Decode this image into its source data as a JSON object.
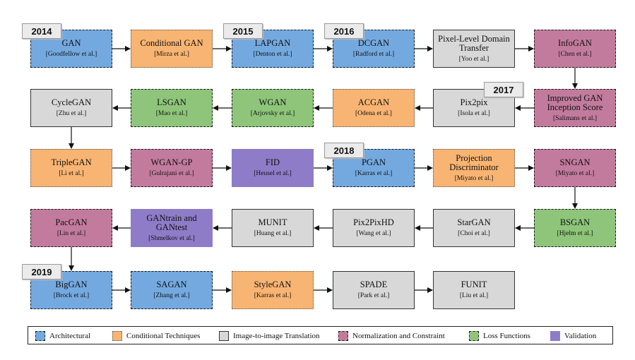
{
  "years": [
    {
      "id": "y2014",
      "label": "2014"
    },
    {
      "id": "y2015",
      "label": "2015"
    },
    {
      "id": "y2016",
      "label": "2016"
    },
    {
      "id": "y2017",
      "label": "2017"
    },
    {
      "id": "y2018",
      "label": "2018"
    },
    {
      "id": "y2019",
      "label": "2019"
    }
  ],
  "nodes": [
    {
      "id": "gan",
      "title": "GAN",
      "cite": "[Goodfellow et al.]",
      "category": "architectural"
    },
    {
      "id": "conditional-gan",
      "title": "Conditional GAN",
      "cite": "[Mirza et al.]",
      "category": "conditional"
    },
    {
      "id": "lapgan",
      "title": "LAPGAN",
      "cite": "[Denton et al.]",
      "category": "architectural"
    },
    {
      "id": "dcgan",
      "title": "DCGAN",
      "cite": "[Radford et al.]",
      "category": "architectural"
    },
    {
      "id": "pixel-level-domain-transfer",
      "title": "Pixel-Level Domain Transfer",
      "cite": "[Yoo et al.]",
      "category": "i2i"
    },
    {
      "id": "infogan",
      "title": "InfoGAN",
      "cite": "[Chen et al.]",
      "category": "normalization"
    },
    {
      "id": "improved-gan",
      "title": "Improved GAN Inception Score",
      "cite": "[Salimans et al.]",
      "category": "normalization"
    },
    {
      "id": "pix2pix",
      "title": "Pix2pix",
      "cite": "[Isola et al.]",
      "category": "i2i"
    },
    {
      "id": "acgan",
      "title": "ACGAN",
      "cite": "[Odena et al.]",
      "category": "conditional"
    },
    {
      "id": "wgan",
      "title": "WGAN",
      "cite": "[Arjovsky et al.]",
      "category": "loss"
    },
    {
      "id": "lsgan",
      "title": "LSGAN",
      "cite": "[Mao et al.]",
      "category": "loss"
    },
    {
      "id": "cyclegan",
      "title": "CycleGAN",
      "cite": "[Zhu et al.]",
      "category": "i2i"
    },
    {
      "id": "triplegan",
      "title": "TripleGAN",
      "cite": "[Li et al.]",
      "category": "conditional"
    },
    {
      "id": "wgan-gp",
      "title": "WGAN-GP",
      "cite": "[Gulrajani et al.]",
      "category": "normalization"
    },
    {
      "id": "fid",
      "title": "FID",
      "cite": "[Heusel et al.]",
      "category": "validation"
    },
    {
      "id": "pgan",
      "title": "PGAN",
      "cite": "[Karras et al.]",
      "category": "architectural"
    },
    {
      "id": "projection-discriminator",
      "title": "Projection Discriminator",
      "cite": "[Miyato et al.]",
      "category": "conditional"
    },
    {
      "id": "sngan",
      "title": "SNGAN",
      "cite": "[Miyato et al.]",
      "category": "normalization"
    },
    {
      "id": "bsgan",
      "title": "BSGAN",
      "cite": "[Hjelm et al.]",
      "category": "loss"
    },
    {
      "id": "stargan",
      "title": "StarGAN",
      "cite": "[Choi et al.]",
      "category": "i2i"
    },
    {
      "id": "pix2pixhd",
      "title": "Pix2PixHD",
      "cite": "[Wang et al.]",
      "category": "i2i"
    },
    {
      "id": "munit",
      "title": "MUNIT",
      "cite": "[Huang et al.]",
      "category": "i2i"
    },
    {
      "id": "gantrain-gantest",
      "title": "GANtrain and GANtest",
      "cite": "[Shmelkov et al.]",
      "category": "validation"
    },
    {
      "id": "pacgan",
      "title": "PacGAN",
      "cite": "[Lin et al.]",
      "category": "normalization"
    },
    {
      "id": "biggan",
      "title": "BigGAN",
      "cite": "[Brock et al.]",
      "category": "architectural"
    },
    {
      "id": "sagan",
      "title": "SAGAN",
      "cite": "[Zhang et al.]",
      "category": "architectural"
    },
    {
      "id": "stylegan",
      "title": "StyleGAN",
      "cite": "[Karras et al.]",
      "category": "conditional"
    },
    {
      "id": "spade",
      "title": "SPADE",
      "cite": "[Park et al.]",
      "category": "i2i"
    },
    {
      "id": "funit",
      "title": "FUNIT",
      "cite": "[Liu et al.]",
      "category": "i2i"
    }
  ],
  "legend": [
    {
      "category": "architectural",
      "label": "Architectural"
    },
    {
      "category": "conditional",
      "label": "Conditional Techniques"
    },
    {
      "category": "i2i",
      "label": "Image-to-image Translation"
    },
    {
      "category": "normalization",
      "label": "Normalization and Constraint"
    },
    {
      "category": "loss",
      "label": "Loss Functions"
    },
    {
      "category": "validation",
      "label": "Validation"
    }
  ],
  "colors": {
    "architectural": "#74a9e0",
    "conditional": "#f8b472",
    "i2i": "#d8d8d8",
    "normalization": "#c27b9d",
    "loss": "#8ec57a",
    "validation": "#8e7cc8"
  }
}
